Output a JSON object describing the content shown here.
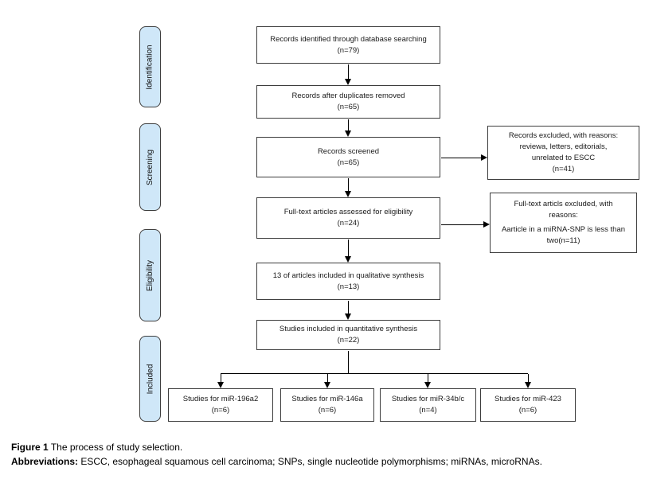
{
  "stages": [
    {
      "label": "Identification"
    },
    {
      "label": "Screening"
    },
    {
      "label": "Eligibility"
    },
    {
      "label": "Included"
    }
  ],
  "flow_boxes": [
    {
      "text": "Records identified through database searching",
      "count": "(n=79)"
    },
    {
      "text": "Records after duplicates removed",
      "count": "(n=65)"
    },
    {
      "text": "Records screened",
      "count": "(n=65)"
    },
    {
      "text": "Full-text articles assessed for eligibility",
      "count": "(n=24)"
    },
    {
      "text": "13 of articles included in qualitative synthesis",
      "count": "(n=13)"
    },
    {
      "text": "Studies included in quantitative synthesis",
      "count": "(n=22)"
    }
  ],
  "exclusion_boxes": [
    {
      "lines": [
        "Records excluded, with reasons:",
        "reviewa, letters, editorials,",
        "unrelated to ESCC",
        "(n=41)"
      ]
    },
    {
      "para1": "Full-text articls excluded, with reasons:",
      "para2": "Aarticle in a miRNA-SNP is less than two(n=11)"
    }
  ],
  "outcome_boxes": [
    {
      "text": "Studies for miR-196a2",
      "count": "(n=6)"
    },
    {
      "text": "Studies for miR-146a",
      "count": "(n=6)"
    },
    {
      "text": "Studies for miR-34b/c",
      "count": "(n=4)"
    },
    {
      "text": "Studies for miR-423",
      "count": "(n=6)"
    }
  ],
  "caption": {
    "figure_label": "Figure 1",
    "figure_text": "The process of study selection.",
    "abbreviations_label": "Abbreviations:",
    "abbreviations_text": "ESCC, esophageal squamous cell carcinoma; SNPs, single nucleotide polymorphisms; miRNAs, microRNAs."
  },
  "colors": {
    "stage_fill": "#cfe7f8",
    "stage_border": "#3d3d3d",
    "box_border": "#3d3d3d",
    "line": "#000000",
    "background": "#ffffff"
  }
}
